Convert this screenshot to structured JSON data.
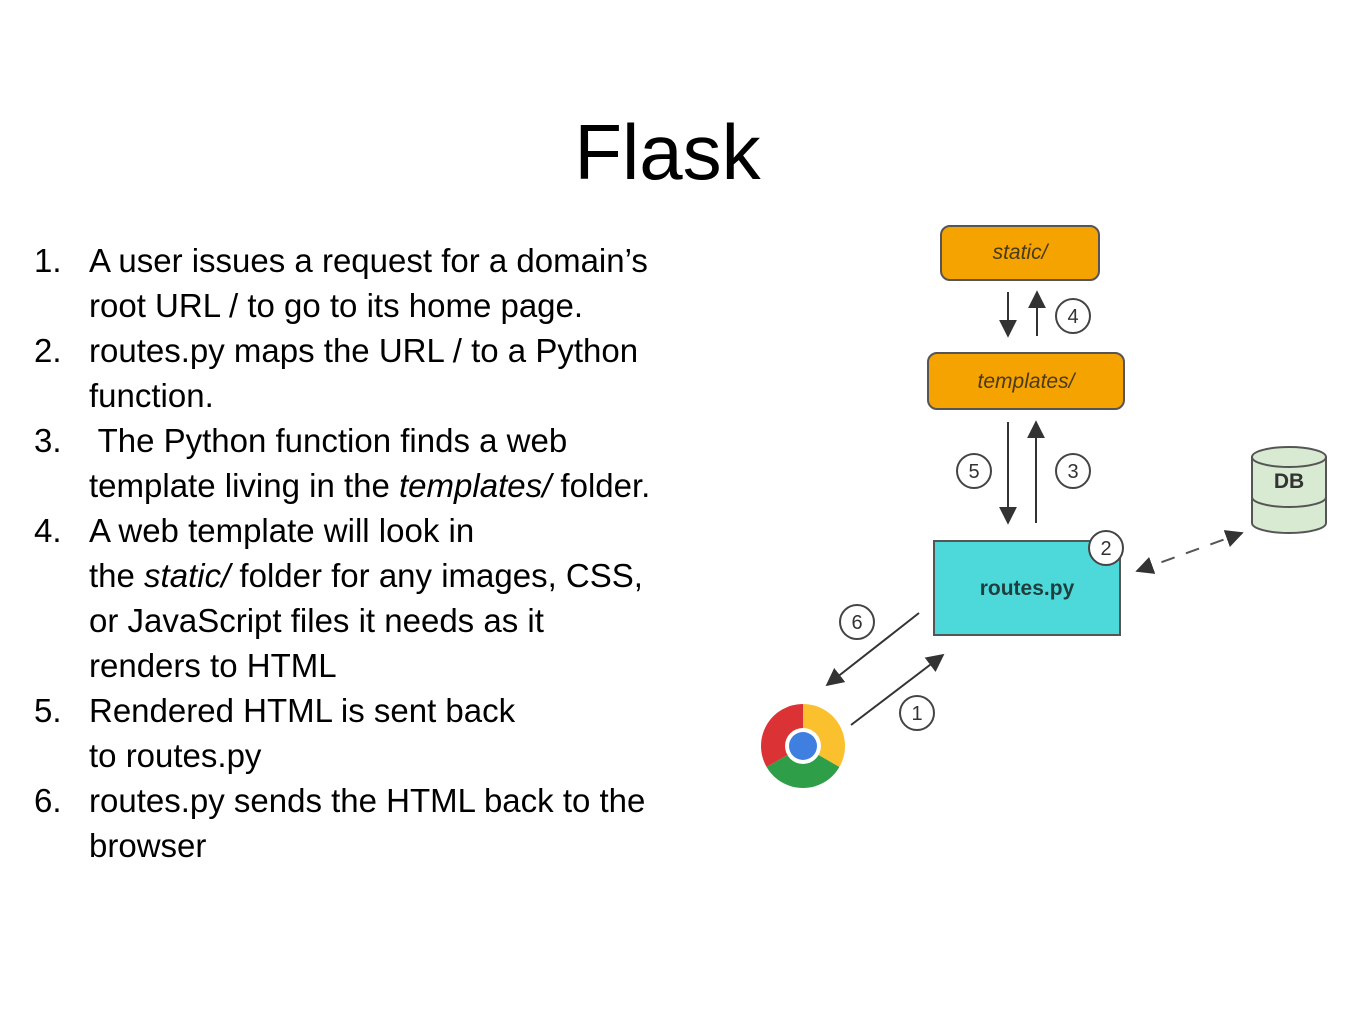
{
  "title": "Flask",
  "steps": [
    {
      "num": "1.",
      "parts": [
        {
          "line": [
            "A user issues a request for a domain’s"
          ]
        },
        {
          "line": [
            "root URL / to go to its home page."
          ]
        }
      ]
    },
    {
      "num": "2.",
      "parts": [
        {
          "line": [
            "routes.py maps the URL / to a Python"
          ]
        },
        {
          "line": [
            "function."
          ]
        }
      ]
    },
    {
      "num": "3.",
      "parts": [
        {
          "line": [
            " The Python function finds a web"
          ]
        },
        {
          "line": [
            "template living in the ",
            {
              "i": "templates/"
            },
            " folder."
          ]
        }
      ]
    },
    {
      "num": "4.",
      "parts": [
        {
          "line": [
            "A web template will look in"
          ]
        },
        {
          "line": [
            "the ",
            {
              "i": "static/"
            },
            " folder for any images, CSS,"
          ]
        },
        {
          "line": [
            "or JavaScript files it needs as it"
          ]
        },
        {
          "line": [
            "renders to HTML"
          ]
        }
      ]
    },
    {
      "num": "5.",
      "parts": [
        {
          "line": [
            "Rendered HTML is sent back"
          ]
        },
        {
          "line": [
            "to routes.py"
          ]
        }
      ]
    },
    {
      "num": "6.",
      "parts": [
        {
          "line": [
            "routes.py sends the HTML back to the"
          ]
        },
        {
          "line": [
            "browser"
          ]
        }
      ]
    }
  ],
  "diagram": {
    "static_label": "static/",
    "templates_label": "templates/",
    "routes_label": "routes.py",
    "db_label": "DB",
    "badges": [
      "1",
      "2",
      "3",
      "4",
      "5",
      "6"
    ],
    "colors": {
      "orange": "#F5A300",
      "cyan": "#4DD9D9",
      "db": "#D9EAD3",
      "stroke": "#555555"
    }
  }
}
